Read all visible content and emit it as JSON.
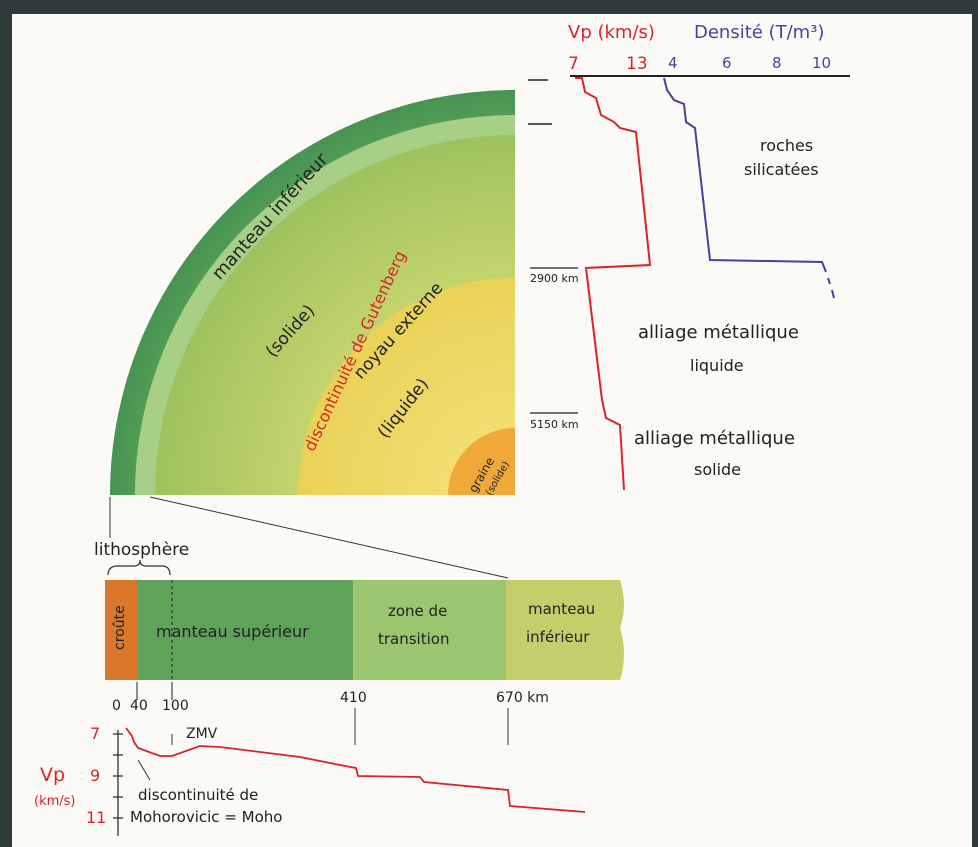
{
  "top_axes": {
    "vp_label": "Vp (km/s)",
    "vp_ticks": [
      "7",
      "13"
    ],
    "density_label": "Densité (T/m³)",
    "density_ticks": [
      "4",
      "6",
      "8",
      "10"
    ]
  },
  "depth_marks": [
    "2900 km",
    "5150 km"
  ],
  "layers": {
    "lower_mantle": [
      "manteau inférieur",
      "(solide)"
    ],
    "gutenberg": "discontinuité de Gutenberg",
    "outer_core": [
      "noyau externe",
      "(liquide)"
    ],
    "inner_core": [
      "graine",
      "(solide)"
    ]
  },
  "side_labels": {
    "silicates": [
      "roches",
      "silicatées"
    ],
    "liquid_alloy": [
      "alliage métallique",
      "liquide"
    ],
    "solid_alloy": [
      "alliage métallique",
      "solide"
    ]
  },
  "lithosphere_label": "lithosphère",
  "strip": {
    "crust": "croûte",
    "upper_mantle": "manteau supérieur",
    "transition": [
      "zone de",
      "transition"
    ],
    "lower_mantle": [
      "manteau",
      "inférieur"
    ]
  },
  "strip_ticks": [
    "0",
    "40",
    "100",
    "410",
    "670 km"
  ],
  "bottom": {
    "zmv": "ZMV",
    "vp_label": [
      "Vp",
      "(km/s)"
    ],
    "vp_ticks": [
      "7",
      "9",
      "11"
    ],
    "moho": [
      "discontinuité de",
      "Mohorovicic = Moho"
    ]
  },
  "colors": {
    "vp_curve": "#d8232a",
    "density_curve": "#4b3fa0",
    "crust": "#d9782b",
    "upper_mantle": "#5fa35a",
    "transition": "#9cc570",
    "lower_mantle": "#c3cf6a",
    "outer_core": "#f2dc68",
    "inner_core": "#f0a838"
  }
}
